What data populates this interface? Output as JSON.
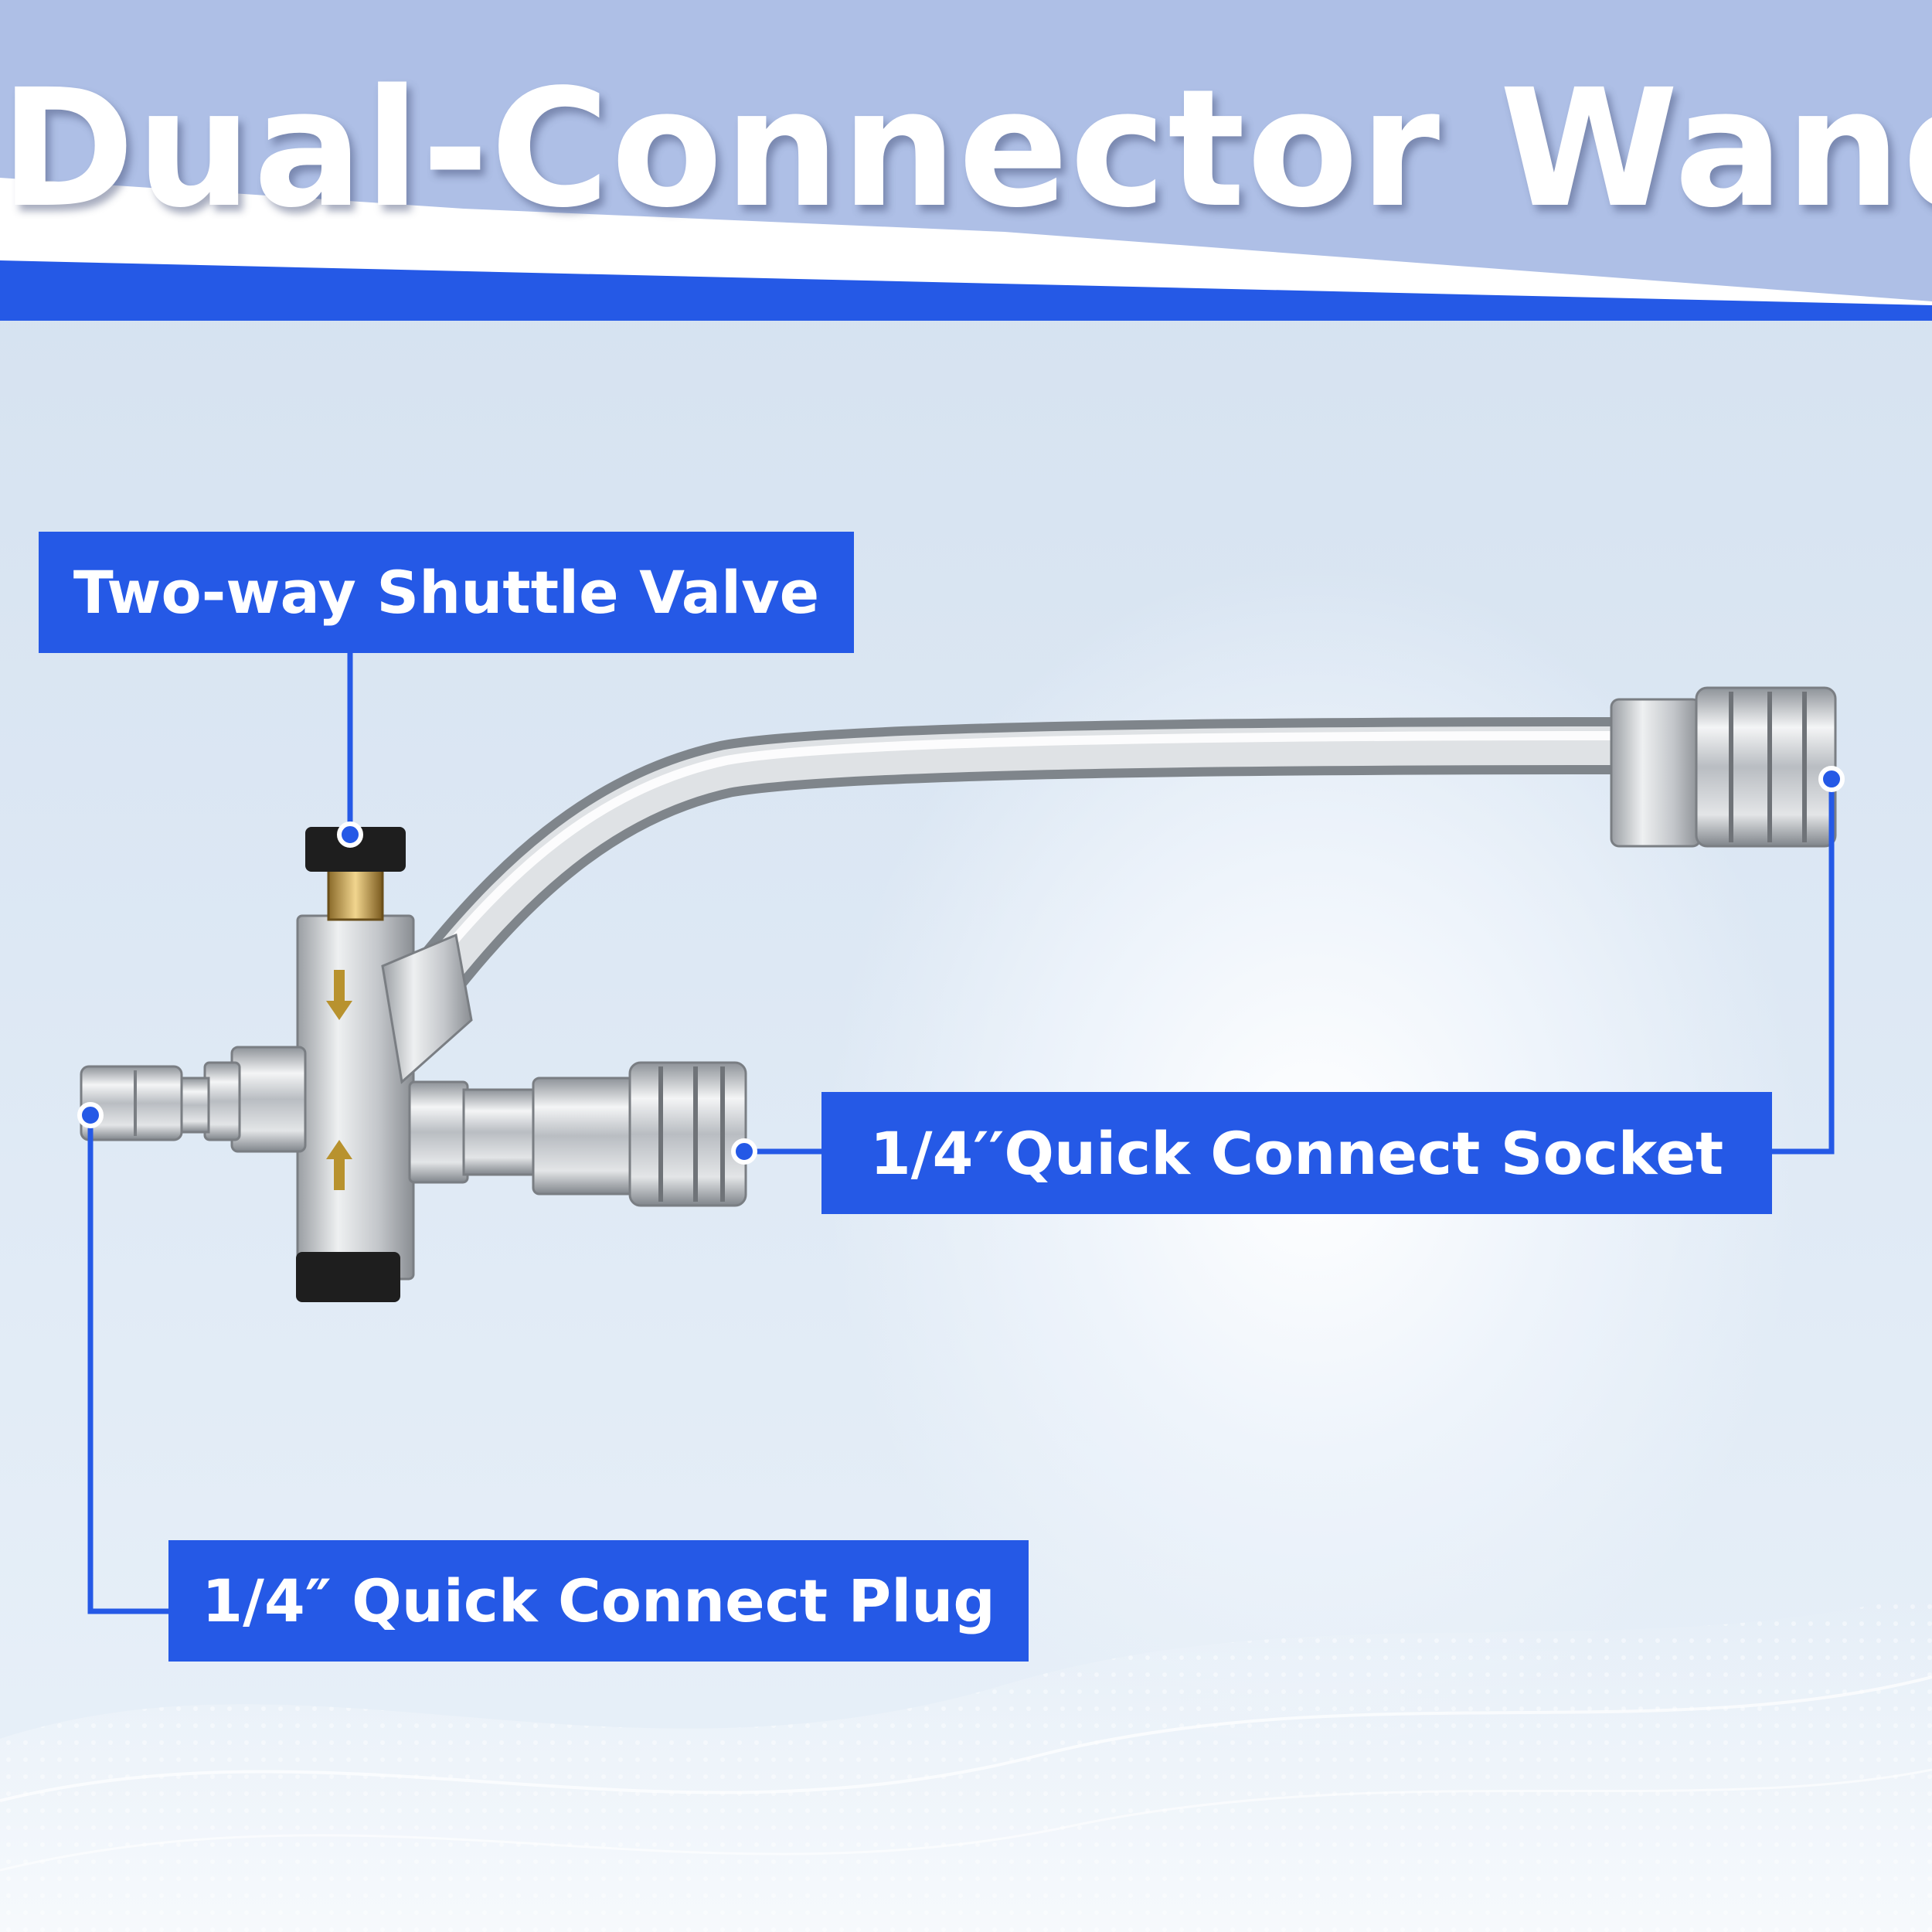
{
  "title": "Dual-Connector Wand",
  "callouts": {
    "shuttle_valve": "Two-way Shuttle Valve",
    "socket": "1/4′′Quick Connect Socket",
    "plug": "1/4″ Quick Connect Plug"
  },
  "colors": {
    "accent_blue": "#2559e6",
    "header_lavender": "#aebfe6",
    "metal": "#c9ccd0"
  }
}
